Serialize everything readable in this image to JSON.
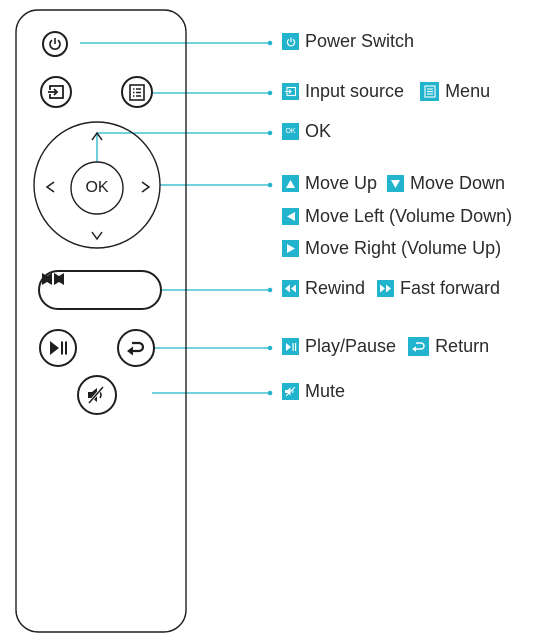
{
  "remote": {
    "ok_label": "OK",
    "nav_up_glyph": "^",
    "nav_down_glyph": "v",
    "nav_left_glyph": "<",
    "nav_right_glyph": ">"
  },
  "labels": {
    "power": "Power Switch",
    "input_source": "Input source",
    "menu": "Menu",
    "ok": "OK",
    "ok_icon_text": "OK",
    "move_up": "Move Up",
    "move_down": "Move Down",
    "move_left": "Move Left (Volume Down)",
    "move_right": "Move Right (Volume Up)",
    "rewind": "Rewind",
    "fast_forward": "Fast forward",
    "play_pause": "Play/Pause",
    "return": "Return",
    "mute": "Mute"
  },
  "colors": {
    "accent": "#22b4cc",
    "outline": "#1f1f1f",
    "background": "#ffffff"
  },
  "icons": [
    "power-icon",
    "input-source-icon",
    "menu-icon",
    "ok-icon",
    "arrow-up-icon",
    "arrow-down-icon",
    "arrow-left-icon",
    "arrow-right-icon",
    "rewind-icon",
    "fast-forward-icon",
    "play-pause-icon",
    "return-icon",
    "mute-icon"
  ]
}
